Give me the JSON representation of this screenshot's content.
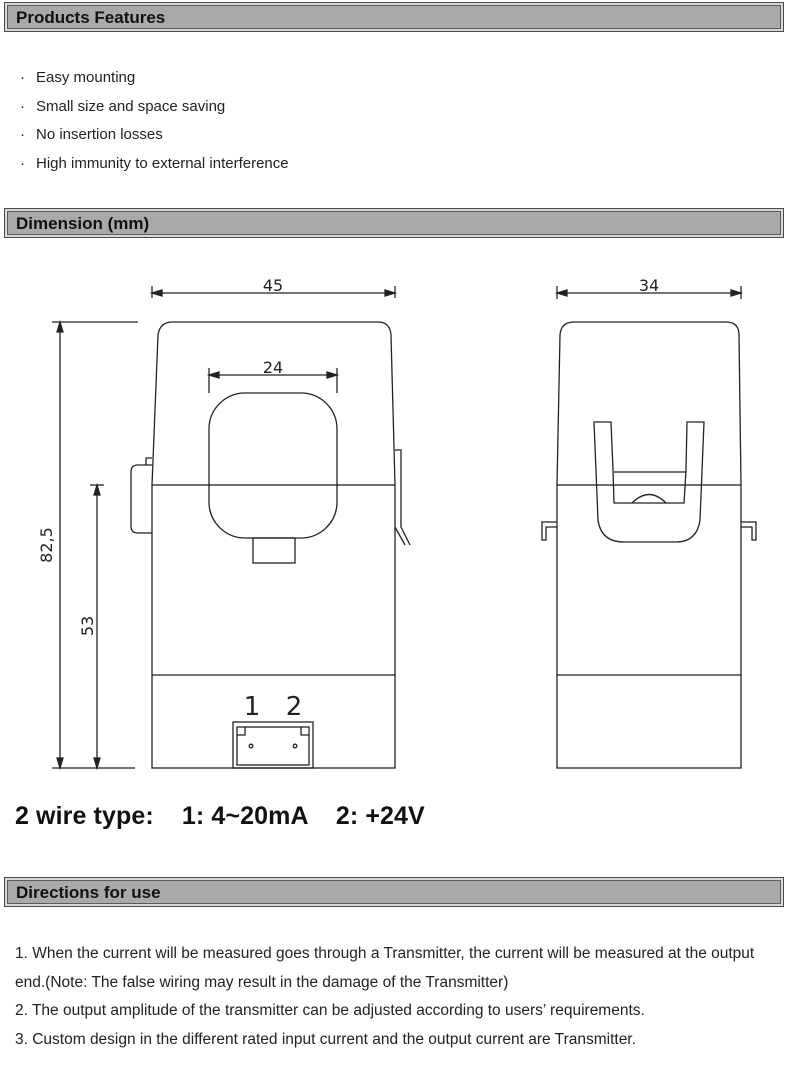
{
  "sections": {
    "features_title": "Products Features",
    "dimension_title": "Dimension (mm)",
    "directions_title": "Directions for use"
  },
  "features": [
    "Easy mounting",
    "Small size and space saving",
    "No insertion losses",
    "High immunity to external interference"
  ],
  "bullet": "·",
  "dimensions": {
    "width_front": "45",
    "hole_width": "24",
    "width_side": "34",
    "height_total": "82,5",
    "height_body": "53",
    "terminal_1": "1",
    "terminal_2": "2"
  },
  "wire_type": "2 wire type:    1: 4~20mA    2: +24V",
  "directions": [
    "1. When the current will be measured goes through a Transmitter, the current will be measured at the output end.(Note: The false wiring may result in the damage of the Transmitter)",
    "2. The output amplitude of the transmitter can be adjusted according to users’ requirements.",
    "3. Custom design in the different rated input current and the output current are Transmitter."
  ]
}
